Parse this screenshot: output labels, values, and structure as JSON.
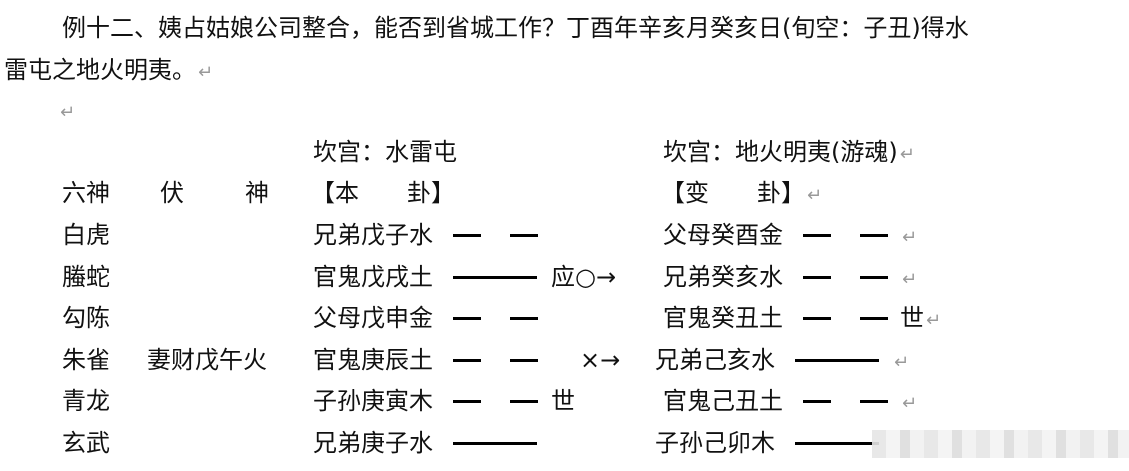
{
  "intro": {
    "line1": "例十二、姨占姑娘公司整合，能否到省城工作？丁酉年辛亥月癸亥日(旬空：子丑)得水",
    "line2": "雷屯之地火明夷。"
  },
  "headers": {
    "ben_palace": "坎宫：水雷屯",
    "bian_palace": "坎宫：地火明夷(游魂)",
    "liushen": "六神",
    "fushen_1": "伏",
    "fushen_2": "神",
    "ben_gua": "【本　　卦】",
    "bian_gua": "【变　　卦】"
  },
  "rows": [
    {
      "liushen": "白虎",
      "fushen": "",
      "ben": "兄弟戊子水",
      "ben_yao": "yin",
      "mark": "",
      "bian": "父母癸酉金",
      "bian_yao": "yin",
      "bian_mark": ""
    },
    {
      "liushen": "螣蛇",
      "fushen": "",
      "ben": "官鬼戊戌土",
      "ben_yao": "yang",
      "mark": "应○→",
      "bian": "兄弟癸亥水",
      "bian_yao": "yin",
      "bian_mark": ""
    },
    {
      "liushen": "勾陈",
      "fushen": "",
      "ben": "父母戊申金",
      "ben_yao": "yin",
      "mark": "",
      "bian": "官鬼癸丑土",
      "bian_yao": "yin",
      "bian_mark": "世"
    },
    {
      "liushen": "朱雀",
      "fushen": "妻财戊午火",
      "ben": "官鬼庚辰土",
      "ben_yao": "yin",
      "mark": "×→",
      "bian": "兄弟己亥水",
      "bian_yao": "yang",
      "bian_mark": ""
    },
    {
      "liushen": "青龙",
      "fushen": "",
      "ben": "子孙庚寅木",
      "ben_yao": "yin",
      "mark": "世",
      "bian": "官鬼己丑土",
      "bian_yao": "yin",
      "bian_mark": ""
    },
    {
      "liushen": "玄武",
      "fushen": "",
      "ben": "兄弟庚子水",
      "ben_yao": "yang",
      "mark": "",
      "bian": "子孙己卯木",
      "bian_yao": "yang",
      "bian_mark": ""
    }
  ]
}
